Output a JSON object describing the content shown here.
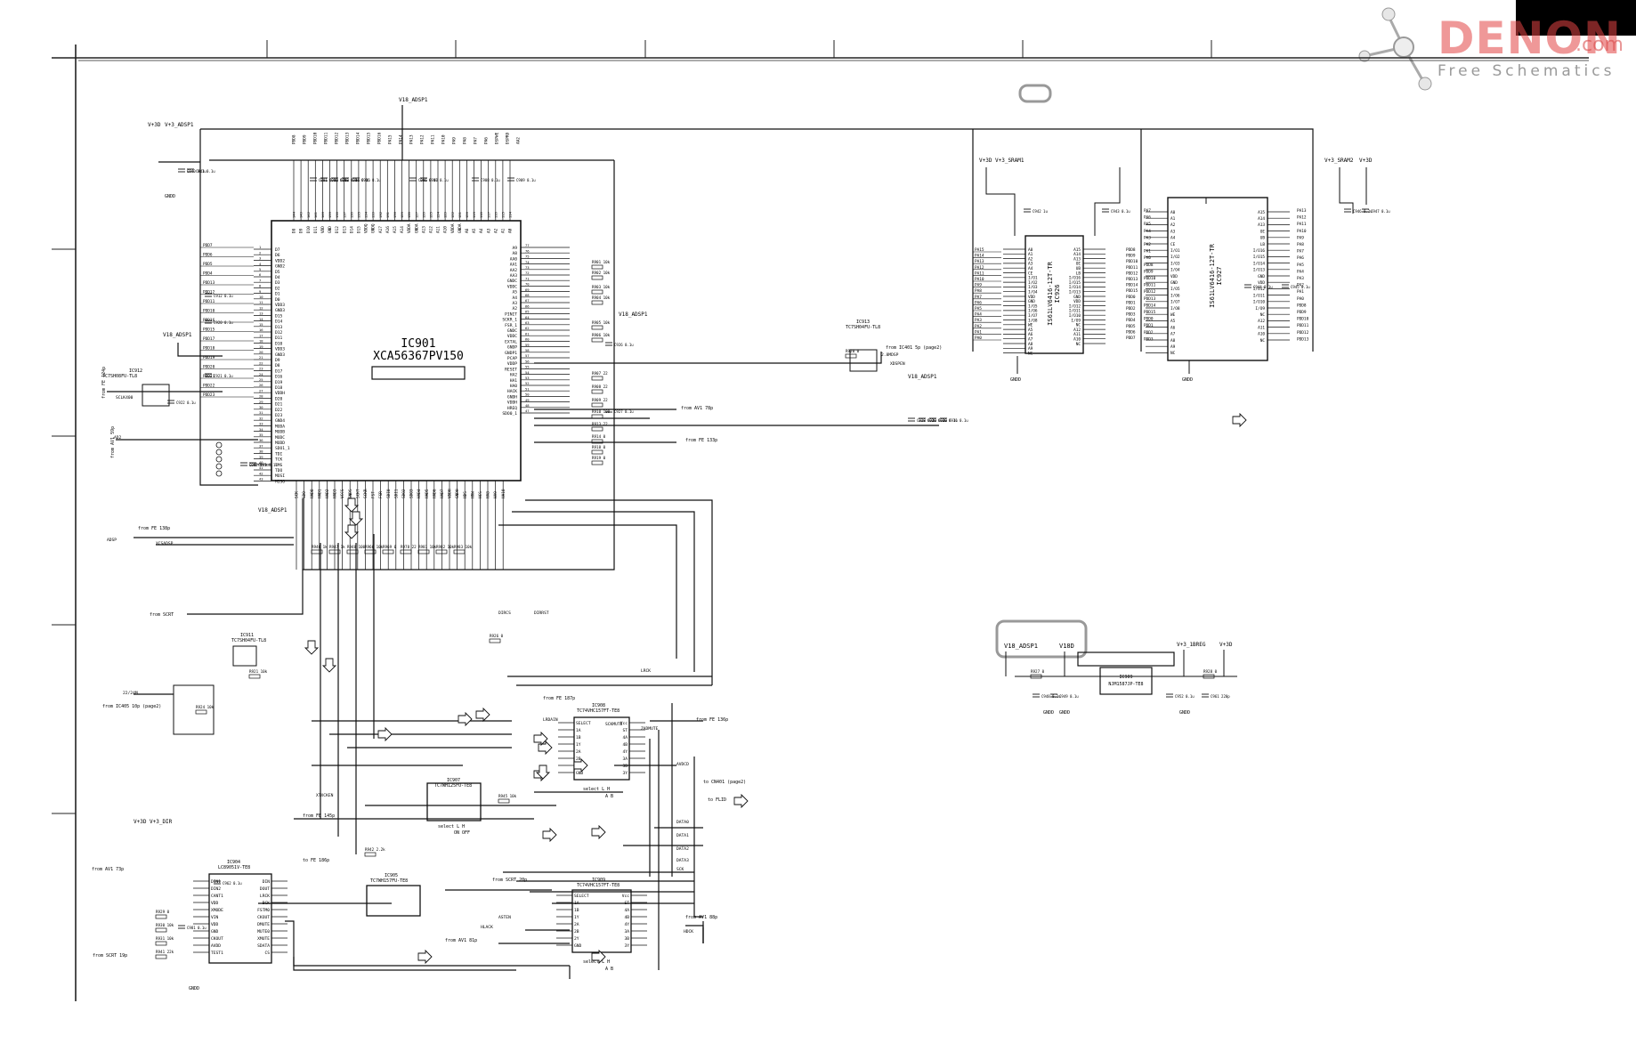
{
  "logo": {
    "brand": "DENON",
    "domain": ".com",
    "tagline": "Free Schematics",
    "colors": {
      "brand": "#e24444",
      "tagline": "#9a9a9a"
    }
  },
  "ics": {
    "dsp": {
      "ref": "IC901",
      "part": "XCA56367PV150"
    },
    "sram1": {
      "ref": "IC926",
      "part": "IS61LV6416-12T-TR"
    },
    "sram2": {
      "ref": "IC927",
      "part": "IS61LV6416-12T-TR"
    },
    "mute_gate": {
      "ref": "IC912",
      "part": "TC7SH08FU-TL8"
    },
    "clk_gate": {
      "ref": "IC913",
      "part": "TC7SH04FU-TL8"
    },
    "reset_gate": {
      "ref": "IC911",
      "part": "TC7SH04FU-TL8"
    },
    "sel1": {
      "ref": "IC908",
      "part": "TC74VHC157FT-TE8"
    },
    "sel2": {
      "ref": "IC909",
      "part": "TC74VHC157FT-TE8"
    },
    "buf": {
      "ref": "IC907",
      "part": "TC7WH125FU-TE8"
    },
    "dir": {
      "ref": "IC904",
      "part": "LC89051V-TE8"
    },
    "gate2": {
      "ref": "IC905",
      "part": "TC7WH157FU-TE8"
    },
    "reg": {
      "ref": "IC909",
      "part": "NJM1587JP-TE8"
    }
  },
  "rails": {
    "v18_adsp1": "V18_ADSP1",
    "v3_3d": "V+3D",
    "v3_adsp1": "V+3_ADSP1",
    "v3_sram1": "V+3_SRAM1",
    "v3_sram2": "V+3_SRAM2",
    "v3_dir": "V+3_DIR",
    "v18d": "V18D",
    "v3_1breg": "V+3_1BREG",
    "gnd": "GNDD"
  },
  "notes": {
    "from_ic401": "from IC401 5p (page2)",
    "from_av1_78": "from AV1 78p",
    "from_fe_133": "from FE 133p",
    "from_fe_138": "from FE 138p",
    "from_fe_145": "from FE 145p",
    "from_fe_124": "from FE 124p",
    "from_av1_59": "from AV1 59p",
    "from_scrt": "from SCRT",
    "from_ic405": "from IC405 10p (page2)",
    "from_fe_187": "from FE 187p",
    "from_fe_136": "from FE 136p",
    "from_av1_73": "from AV1 73p",
    "from_scrt_19": "from SCRT 19p",
    "from_scrt_20": "from SCRT 20p",
    "from_av1_88": "from AV1 88p",
    "from_av1_81": "from AV1 81p",
    "to_cn401": "to CN401 (page2)",
    "to_flid": "to FLID",
    "to_fe_186": "to FE 186p",
    "select_la": "select L  H",
    "select_ab": "A  B",
    "onoff": "ON  OFF"
  },
  "dsp_left_pins": [
    "D7",
    "D6",
    "VDD2",
    "GND2",
    "D5",
    "D4",
    "D3",
    "D2",
    "D1",
    "D0",
    "VDD3",
    "GND3",
    "D15",
    "D14",
    "D13",
    "D12",
    "D11",
    "D10",
    "VDD3",
    "GND3",
    "D9",
    "D8",
    "D17",
    "D16",
    "D19",
    "D18",
    "VDDH",
    "D20",
    "D21",
    "D22",
    "D23",
    "GND4",
    "MODA",
    "MODB",
    "MODC",
    "MODD",
    "SDO1_1",
    "TDI",
    "TCK",
    "TMS",
    "TDO",
    "MOSI",
    "MISO"
  ],
  "dsp_right_pins": [
    "A9",
    "A8",
    "AA0",
    "AA1",
    "AA2",
    "AA3",
    "GNDC",
    "VDDC",
    "A5",
    "A4",
    "A3",
    "A2",
    "PINIT",
    "SCKR_1",
    "FSR_1",
    "GNDC",
    "VDDC",
    "EXTAL",
    "GNDP",
    "GNDP1",
    "PCAP",
    "VDDP",
    "RESET",
    "HA2",
    "HA1",
    "HA0",
    "HACK",
    "GNDH",
    "VDDH",
    "HREQ",
    "SDO0_1"
  ],
  "dsp_top_pins": [
    "D8",
    "D9",
    "D10",
    "D11",
    "VDD",
    "GND",
    "D12",
    "D13",
    "D14",
    "D15",
    "VDDQ",
    "GNDQ",
    "A17",
    "A16",
    "A15",
    "A14",
    "VDDA",
    "GNDA",
    "A13",
    "A12",
    "A11",
    "A10",
    "VDDA",
    "GNDA",
    "A6",
    "A5",
    "A4",
    "A3",
    "A2",
    "A1",
    "A0"
  ],
  "dsp_bottom_pins": [
    "SCK",
    "SDO",
    "HAD0",
    "HAD1",
    "HAD2",
    "HAD3",
    "VCCS",
    "GNDS",
    "SCKT",
    "SCKR",
    "FST",
    "FSR",
    "SDI0",
    "SDI1",
    "SDO2",
    "SDO3",
    "HAD4",
    "HAD5",
    "HAD6",
    "HAD7",
    "VDDH",
    "GNDH",
    "HDS",
    "HRW",
    "HCS",
    "HA8",
    "HA9",
    "HA10"
  ],
  "sram_pins": [
    "A0",
    "A1",
    "A2",
    "A3",
    "A4",
    "CE",
    "I/O1",
    "I/O2",
    "I/O3",
    "I/O4",
    "VDD",
    "GND",
    "I/O5",
    "I/O6",
    "I/O7",
    "I/O8",
    "WE",
    "A5",
    "A6",
    "A7",
    "A8",
    "A9",
    "NC"
  ],
  "sram_right_pins": [
    "A15",
    "A14",
    "A13",
    "OE",
    "UB",
    "LB",
    "I/O16",
    "I/O15",
    "I/O14",
    "I/O13",
    "GND",
    "VDD",
    "I/O12",
    "I/O11",
    "I/O10",
    "I/O9",
    "NC",
    "A12",
    "A11",
    "A10",
    "NC"
  ],
  "sel_pins_left": [
    "SELECT",
    "1A",
    "1B",
    "1Y",
    "2A",
    "2B",
    "2Y",
    "GND"
  ],
  "sel_pins_right": [
    "Vcc",
    "ST",
    "4A",
    "4B",
    "4Y",
    "3A",
    "3B",
    "3Y"
  ],
  "dir_pins_left": [
    "DIN1",
    "DIN2",
    "CANT1",
    "VDD",
    "XMODE",
    "VIN",
    "VDD",
    "GND",
    "CKOUT",
    "AVDD",
    "TEST1"
  ],
  "dir_pins_right": [
    "DIN",
    "DOUT",
    "LRCK",
    "BCK",
    "FSTM0",
    "CKOUT",
    "DMUTE",
    "MUTE0",
    "XMUTE",
    "SDATA",
    "CS"
  ],
  "resistors": [
    "R901 10k",
    "R902 10k",
    "R903 10k",
    "R904 10k",
    "R905 10k",
    "R906 10k",
    "R907 22",
    "R908 22",
    "R909 22",
    "R910 100",
    "R913 22",
    "R914 0",
    "R918 0",
    "R919 0",
    "R920 0",
    "R921 10k",
    "R924 10k",
    "R926 0",
    "R927 0",
    "R928 0",
    "R929 0",
    "R930 10k",
    "R931 10k",
    "R941 22k",
    "R942 2.2k",
    "R945 10k",
    "R946 1k",
    "R947 1k",
    "R948 100",
    "R966 10k",
    "R969 0",
    "R978 22",
    "R981 10k",
    "R982 10k",
    "R983 10k"
  ],
  "capacitors": [
    "C901 0.1u",
    "C902 0.1u",
    "C903 0.1u",
    "C904 0.1u",
    "C905 0.1u",
    "C906 0.1u",
    "C907 0.1u",
    "C908 0.1u",
    "C909 0.1u",
    "C912 0.1u",
    "C920 0.1u",
    "C921 0.1u",
    "C922 0.1u",
    "C926 0.1u",
    "C927 0.1u",
    "C928 0.1u",
    "C929 0.1u",
    "C930 0.1u",
    "C931 0.1u",
    "C940 0.1u",
    "C941 0.1u",
    "C942 1u",
    "C943 0.1u",
    "C944 0.1u",
    "C945 0.1u",
    "C946 0.1u",
    "C947 0.1u",
    "C948 0.1u",
    "C949 0.1u",
    "C952 0.1u",
    "C961 220p",
    "C962 0.1u",
    "C981 0.1u",
    "C982 0.1u",
    "C983 0.1u"
  ],
  "nets_left": [
    "PDD7",
    "PDD6",
    "PDD5",
    "PDD4",
    "PDD13",
    "PDD12",
    "PDD11",
    "PDD10",
    "PDD16",
    "PDD15",
    "PDD17",
    "PDD18",
    "PDD19",
    "PDD20",
    "PDD21",
    "PDD22",
    "PDD23"
  ],
  "nets_misc": [
    "SCLK400",
    "AD2",
    "XCSADSP",
    "22/24M",
    "SCKMUTE",
    "XTXCKEN",
    "LRDAIN",
    "AVDCD",
    "DATA0",
    "DATA1",
    "DATA2",
    "DATA3",
    "SCK",
    "LRCK",
    "DIRRST",
    "DIRCS",
    "ZADMUTE",
    "ASTEN",
    "HLACK",
    "HDCK",
    "2.8MDSP",
    "XDSPEN",
    "ADSP"
  ],
  "sram_nets": [
    "PA15",
    "PA14",
    "PA13",
    "PA12",
    "PA11",
    "PA10",
    "PA9",
    "PA8",
    "PA7",
    "PA6",
    "PA5",
    "PA4",
    "PA3",
    "PA2",
    "PA1",
    "PA0",
    "PDD8",
    "PDD9",
    "PDD10",
    "PDD11",
    "PDD12",
    "PDD13",
    "PDD14",
    "PDD15",
    "PDD0",
    "PDD1",
    "PDD2",
    "PDD3",
    "PDD4",
    "PDD5",
    "PDD6",
    "PDD7",
    "DSPWE",
    "DSPRD"
  ],
  "dsp_top_nets": [
    "PDD8",
    "PDD9",
    "PDD10",
    "PDD11",
    "PDD12",
    "PDD13",
    "PDD14",
    "PDD15",
    "PDD16",
    "PA15",
    "PA14",
    "PA13",
    "PA12",
    "PA11",
    "PA10",
    "PA9",
    "PA8",
    "PA7",
    "PA6",
    "DSPWE",
    "DSPRD",
    "AA2"
  ]
}
